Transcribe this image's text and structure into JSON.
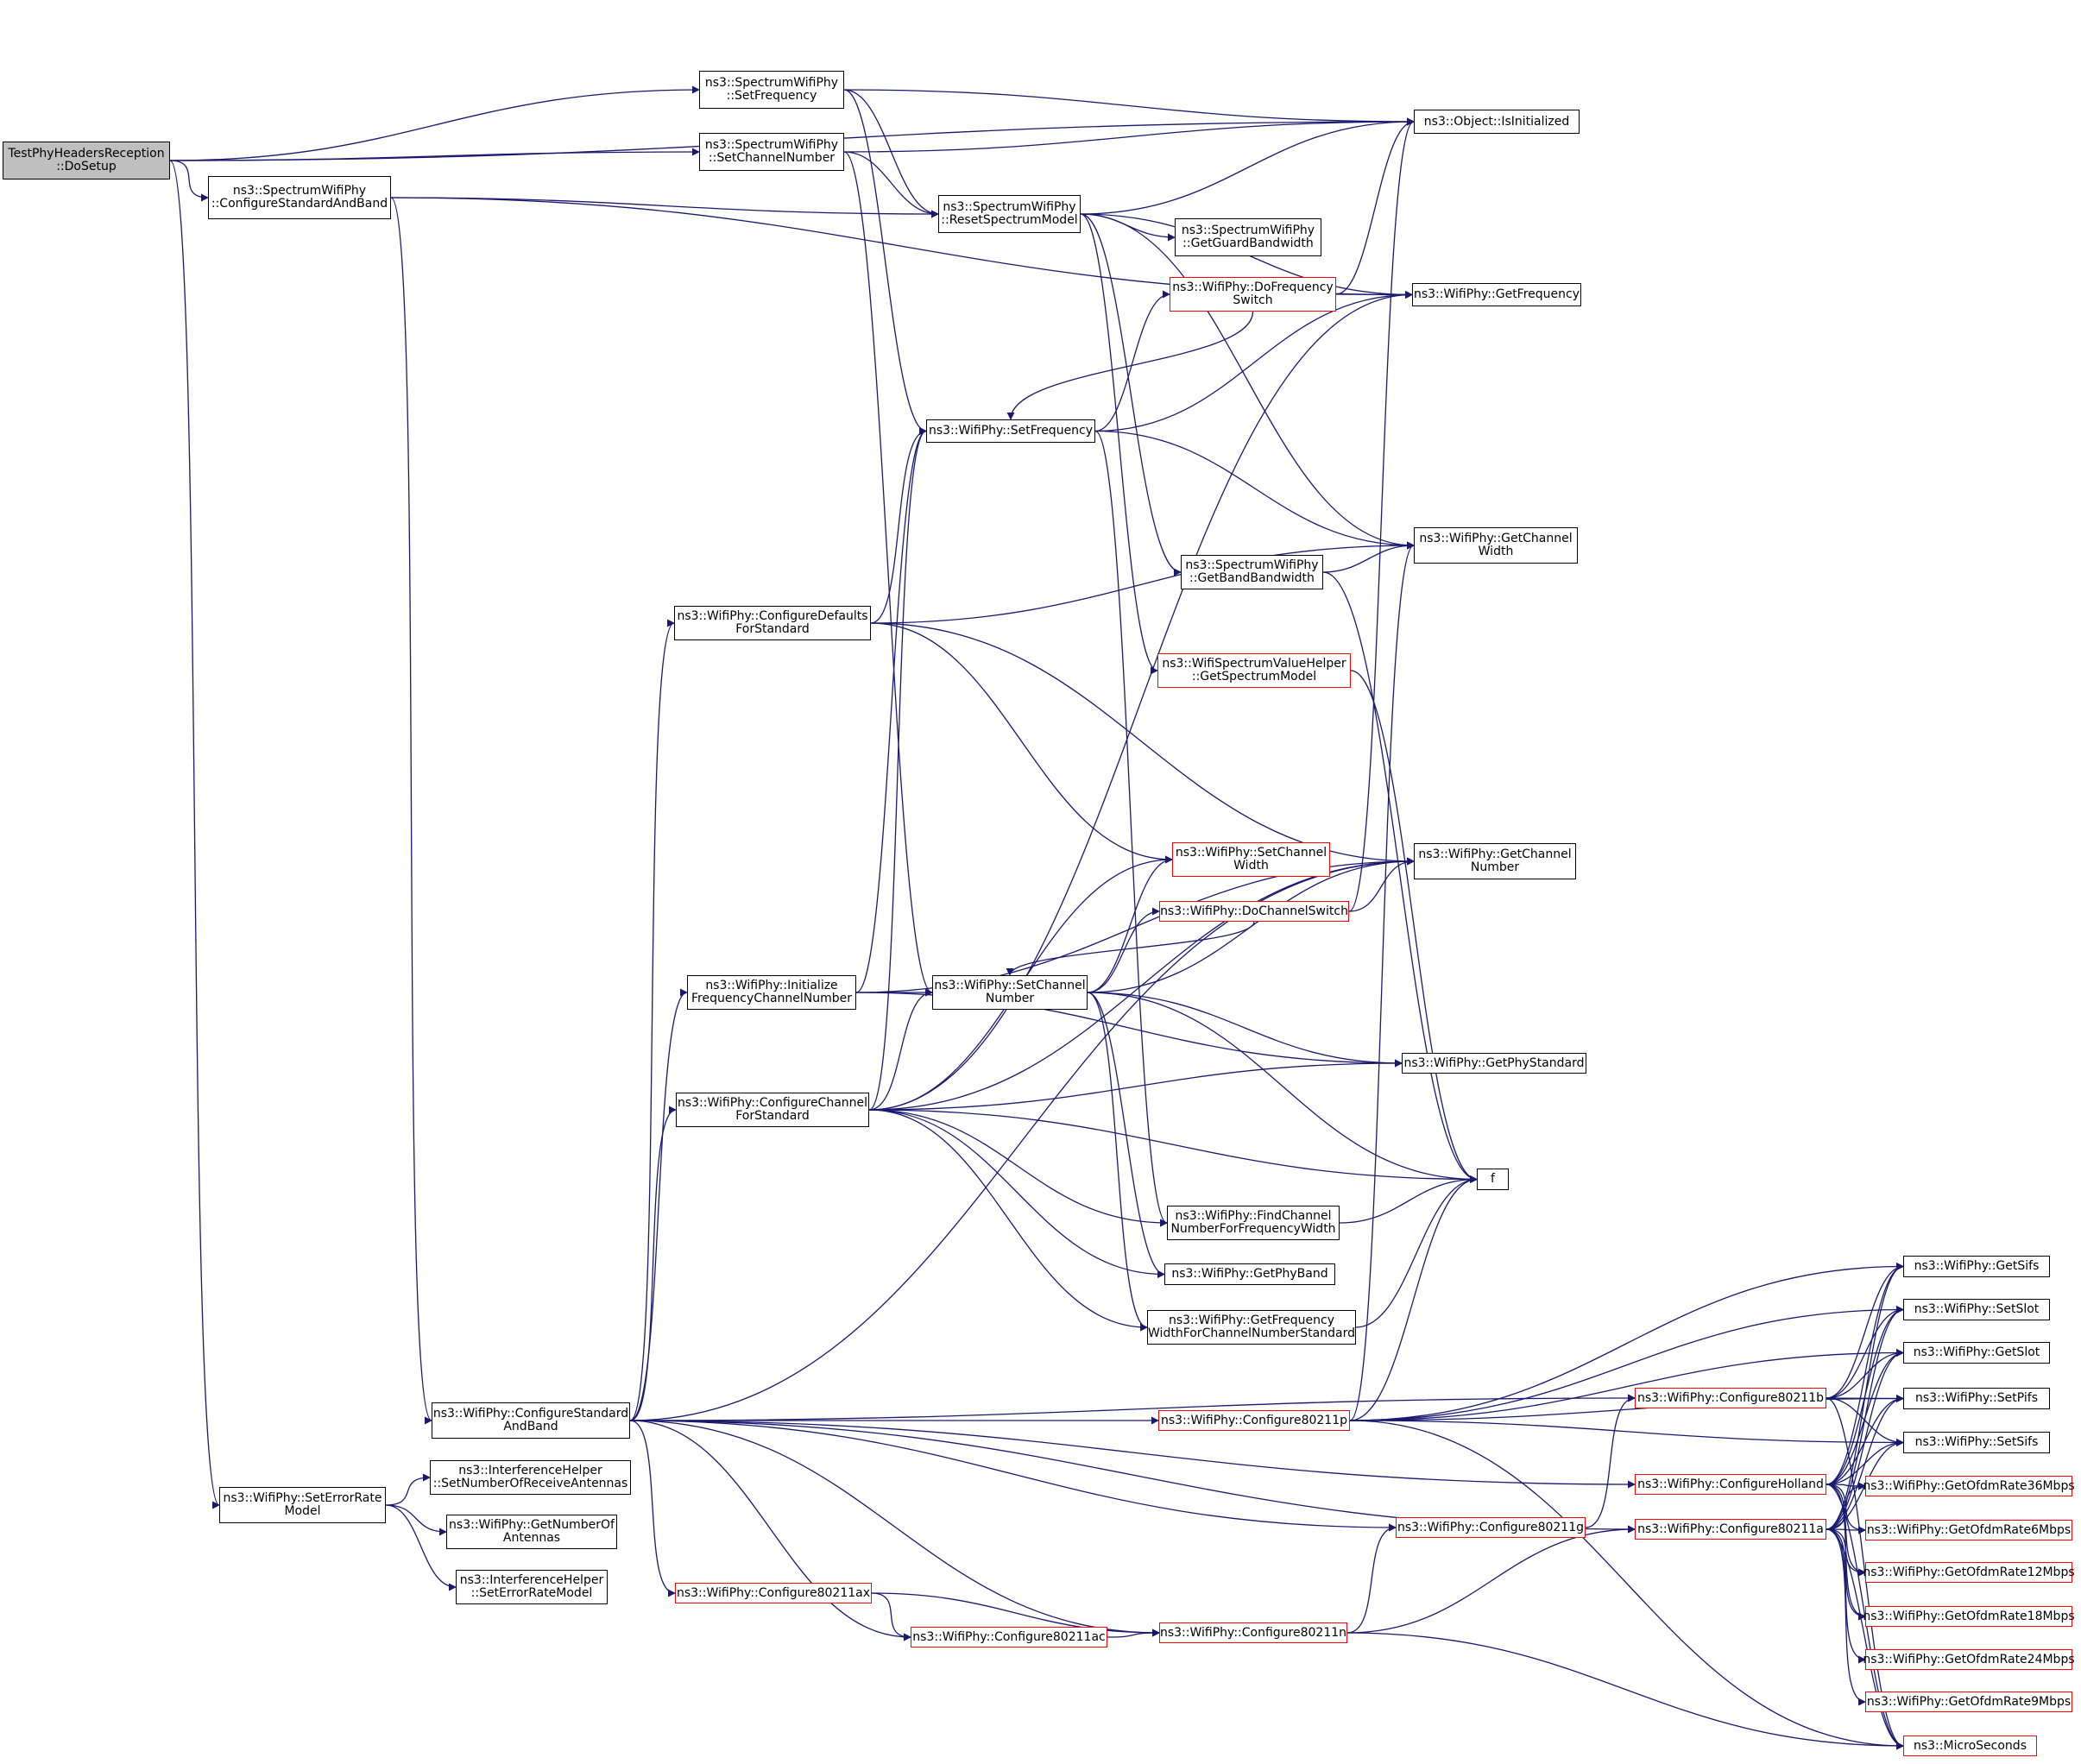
{
  "colors": {
    "edge": "#191970",
    "node_border": "#000000",
    "node_border_incomplete": "#ff0000",
    "root_fill": "#bfbfbf"
  },
  "nodes": [
    {
      "id": "n_dosetup",
      "lines": [
        "TestPhyHeadersReception",
        "::DoSetup"
      ],
      "root": true
    },
    {
      "id": "n_sw_configstd",
      "lines": [
        "ns3::SpectrumWifiPhy",
        "::ConfigureStandardAndBand"
      ]
    },
    {
      "id": "n_sw_setfreq",
      "lines": [
        "ns3::SpectrumWifiPhy",
        "::SetFrequency"
      ]
    },
    {
      "id": "n_sw_setchnum",
      "lines": [
        "ns3::SpectrumWifiPhy",
        "::SetChannelNumber"
      ]
    },
    {
      "id": "n_obj_isinit",
      "lines": [
        "ns3::Object::IsInitialized"
      ]
    },
    {
      "id": "n_sw_resetsm",
      "lines": [
        "ns3::SpectrumWifiPhy",
        "::ResetSpectrumModel"
      ]
    },
    {
      "id": "n_sw_guardbw",
      "lines": [
        "ns3::SpectrumWifiPhy",
        "::GetGuardBandwidth"
      ]
    },
    {
      "id": "n_wp_dofreqsw",
      "lines": [
        "ns3::WifiPhy::DoFrequency",
        "Switch"
      ],
      "incomplete": true
    },
    {
      "id": "n_wp_getfreq",
      "lines": [
        "ns3::WifiPhy::GetFrequency"
      ]
    },
    {
      "id": "n_wp_setfreq",
      "lines": [
        "ns3::WifiPhy::SetFrequency"
      ]
    },
    {
      "id": "n_sw_getbandbw",
      "lines": [
        "ns3::SpectrumWifiPhy",
        "::GetBandBandwidth"
      ]
    },
    {
      "id": "n_wp_getchwidth",
      "lines": [
        "ns3::WifiPhy::GetChannel",
        "Width"
      ]
    },
    {
      "id": "n_wp_cfgdefaults",
      "lines": [
        "ns3::WifiPhy::ConfigureDefaults",
        "ForStandard"
      ]
    },
    {
      "id": "n_wsvh_getsm",
      "lines": [
        "ns3::WifiSpectrumValueHelper",
        "::GetSpectrumModel"
      ],
      "incomplete": true
    },
    {
      "id": "n_wp_setchwidth",
      "lines": [
        "ns3::WifiPhy::SetChannel",
        "Width"
      ],
      "incomplete": true
    },
    {
      "id": "n_wp_getchnum",
      "lines": [
        "ns3::WifiPhy::GetChannel",
        "Number"
      ]
    },
    {
      "id": "n_wp_dochsw",
      "lines": [
        "ns3::WifiPhy::DoChannelSwitch"
      ],
      "incomplete": true
    },
    {
      "id": "n_wp_initfreqch",
      "lines": [
        "ns3::WifiPhy::Initialize",
        "FrequencyChannelNumber"
      ]
    },
    {
      "id": "n_wp_setchnum",
      "lines": [
        "ns3::WifiPhy::SetChannel",
        "Number"
      ]
    },
    {
      "id": "n_wp_getphystd",
      "lines": [
        "ns3::WifiPhy::GetPhyStandard"
      ]
    },
    {
      "id": "n_wp_cfgchstd",
      "lines": [
        "ns3::WifiPhy::ConfigureChannel",
        "ForStandard"
      ]
    },
    {
      "id": "n_f",
      "lines": [
        "f"
      ]
    },
    {
      "id": "n_wp_findch",
      "lines": [
        "ns3::WifiPhy::FindChannel",
        "NumberForFrequencyWidth"
      ]
    },
    {
      "id": "n_wp_getphyband",
      "lines": [
        "ns3::WifiPhy::GetPhyBand"
      ]
    },
    {
      "id": "n_wp_getfreqwidth",
      "lines": [
        "ns3::WifiPhy::GetFrequency",
        "WidthForChannelNumberStandard"
      ]
    },
    {
      "id": "n_wp_getsifs",
      "lines": [
        "ns3::WifiPhy::GetSifs"
      ]
    },
    {
      "id": "n_wp_setslot",
      "lines": [
        "ns3::WifiPhy::SetSlot"
      ]
    },
    {
      "id": "n_wp_getslot",
      "lines": [
        "ns3::WifiPhy::GetSlot"
      ]
    },
    {
      "id": "n_wp_setpifs",
      "lines": [
        "ns3::WifiPhy::SetPifs"
      ]
    },
    {
      "id": "n_wp_setsifs",
      "lines": [
        "ns3::WifiPhy::SetSifs"
      ]
    },
    {
      "id": "n_wp_cfgstdband",
      "lines": [
        "ns3::WifiPhy::ConfigureStandard",
        "AndBand"
      ]
    },
    {
      "id": "n_wp_cfg80211p",
      "lines": [
        "ns3::WifiPhy::Configure80211p"
      ],
      "incomplete": true
    },
    {
      "id": "n_wp_cfg80211b",
      "lines": [
        "ns3::WifiPhy::Configure80211b"
      ],
      "incomplete": true
    },
    {
      "id": "n_wp_cfgholland",
      "lines": [
        "ns3::WifiPhy::ConfigureHolland"
      ],
      "incomplete": true
    },
    {
      "id": "n_wp_cfg80211a",
      "lines": [
        "ns3::WifiPhy::Configure80211a"
      ],
      "incomplete": true
    },
    {
      "id": "n_wp_cfg80211g",
      "lines": [
        "ns3::WifiPhy::Configure80211g"
      ],
      "incomplete": true
    },
    {
      "id": "n_wp_cfg80211ax",
      "lines": [
        "ns3::WifiPhy::Configure80211ax"
      ],
      "incomplete": true
    },
    {
      "id": "n_wp_cfg80211ac",
      "lines": [
        "ns3::WifiPhy::Configure80211ac"
      ],
      "incomplete": true
    },
    {
      "id": "n_wp_cfg80211n",
      "lines": [
        "ns3::WifiPhy::Configure80211n"
      ],
      "incomplete": true
    },
    {
      "id": "n_wp_seterrrate",
      "lines": [
        "ns3::WifiPhy::SetErrorRate",
        "Model"
      ]
    },
    {
      "id": "n_ih_setnumrx",
      "lines": [
        "ns3::InterferenceHelper",
        "::SetNumberOfReceiveAntennas"
      ]
    },
    {
      "id": "n_wp_getnumant",
      "lines": [
        "ns3::WifiPhy::GetNumberOf",
        "Antennas"
      ]
    },
    {
      "id": "n_ih_seterrrate",
      "lines": [
        "ns3::InterferenceHelper",
        "::SetErrorRateModel"
      ]
    },
    {
      "id": "n_ofdm36",
      "lines": [
        "ns3::WifiPhy::GetOfdmRate36Mbps"
      ],
      "incomplete": true
    },
    {
      "id": "n_ofdm6",
      "lines": [
        "ns3::WifiPhy::GetOfdmRate6Mbps"
      ],
      "incomplete": true
    },
    {
      "id": "n_ofdm12",
      "lines": [
        "ns3::WifiPhy::GetOfdmRate12Mbps"
      ],
      "incomplete": true
    },
    {
      "id": "n_ofdm18",
      "lines": [
        "ns3::WifiPhy::GetOfdmRate18Mbps"
      ],
      "incomplete": true
    },
    {
      "id": "n_ofdm24",
      "lines": [
        "ns3::WifiPhy::GetOfdmRate24Mbps"
      ],
      "incomplete": true
    },
    {
      "id": "n_ofdm9",
      "lines": [
        "ns3::WifiPhy::GetOfdmRate9Mbps"
      ],
      "incomplete": true
    },
    {
      "id": "n_microsec",
      "lines": [
        "ns3::MicroSeconds"
      ],
      "incomplete": true
    }
  ],
  "edges": [
    [
      "n_dosetup",
      "n_sw_configstd"
    ],
    [
      "n_dosetup",
      "n_sw_setfreq"
    ],
    [
      "n_dosetup",
      "n_sw_setchnum"
    ],
    [
      "n_dosetup",
      "n_obj_isinit"
    ],
    [
      "n_dosetup",
      "n_wp_seterrrate"
    ],
    [
      "n_sw_configstd",
      "n_wp_getfreq"
    ],
    [
      "n_sw_configstd",
      "n_sw_resetsm"
    ],
    [
      "n_sw_configstd",
      "n_wp_cfgstdband"
    ],
    [
      "n_sw_setfreq",
      "n_obj_isinit"
    ],
    [
      "n_sw_setfreq",
      "n_sw_resetsm"
    ],
    [
      "n_sw_setfreq",
      "n_wp_setfreq"
    ],
    [
      "n_sw_setchnum",
      "n_obj_isinit"
    ],
    [
      "n_sw_setchnum",
      "n_sw_resetsm"
    ],
    [
      "n_sw_setchnum",
      "n_wp_setchnum"
    ],
    [
      "n_sw_resetsm",
      "n_obj_isinit"
    ],
    [
      "n_sw_resetsm",
      "n_wp_getfreq"
    ],
    [
      "n_sw_resetsm",
      "n_sw_guardbw"
    ],
    [
      "n_sw_resetsm",
      "n_wp_getchwidth"
    ],
    [
      "n_sw_resetsm",
      "n_sw_getbandbw"
    ],
    [
      "n_sw_resetsm",
      "n_wsvh_getsm"
    ],
    [
      "n_wp_dofreqsw",
      "n_obj_isinit"
    ],
    [
      "n_wp_dofreqsw",
      "n_wp_getfreq"
    ],
    [
      "n_wp_dofreqsw",
      "n_wp_setfreq"
    ],
    [
      "n_wp_setfreq",
      "n_wp_dofreqsw"
    ],
    [
      "n_wp_setfreq",
      "n_wp_getfreq"
    ],
    [
      "n_wp_setfreq",
      "n_wp_getchwidth"
    ],
    [
      "n_wp_setfreq",
      "n_wp_findch"
    ],
    [
      "n_sw_getbandbw",
      "n_wp_getchwidth"
    ],
    [
      "n_sw_getbandbw",
      "n_f"
    ],
    [
      "n_wp_cfgdefaults",
      "n_wp_setfreq"
    ],
    [
      "n_wp_cfgdefaults",
      "n_wp_getchwidth"
    ],
    [
      "n_wp_cfgdefaults",
      "n_wp_getchnum"
    ],
    [
      "n_wp_cfgdefaults",
      "n_wp_setchwidth"
    ],
    [
      "n_wsvh_getsm",
      "n_f"
    ],
    [
      "n_wp_dochsw",
      "n_obj_isinit"
    ],
    [
      "n_wp_dochsw",
      "n_wp_getchnum"
    ],
    [
      "n_wp_dochsw",
      "n_wp_setchnum"
    ],
    [
      "n_wp_initfreqch",
      "n_wp_setfreq"
    ],
    [
      "n_wp_initfreqch",
      "n_wp_setchnum"
    ],
    [
      "n_wp_initfreqch",
      "n_wp_getchnum"
    ],
    [
      "n_wp_initfreqch",
      "n_wp_getphystd"
    ],
    [
      "n_wp_setchnum",
      "n_wp_dochsw"
    ],
    [
      "n_wp_setchnum",
      "n_wp_setchwidth"
    ],
    [
      "n_wp_setchnum",
      "n_wp_getchnum"
    ],
    [
      "n_wp_setchnum",
      "n_wp_getphystd"
    ],
    [
      "n_wp_setchnum",
      "n_f"
    ],
    [
      "n_wp_setchnum",
      "n_wp_getphyband"
    ],
    [
      "n_wp_setchnum",
      "n_wp_getfreqwidth"
    ],
    [
      "n_wp_cfgchstd",
      "n_wp_setfreq"
    ],
    [
      "n_wp_cfgchstd",
      "n_wp_getfreq"
    ],
    [
      "n_wp_cfgchstd",
      "n_wp_setchwidth"
    ],
    [
      "n_wp_cfgchstd",
      "n_wp_setchnum"
    ],
    [
      "n_wp_cfgchstd",
      "n_wp_getchnum"
    ],
    [
      "n_wp_cfgchstd",
      "n_wp_getphystd"
    ],
    [
      "n_wp_cfgchstd",
      "n_wp_findch"
    ],
    [
      "n_wp_cfgchstd",
      "n_wp_getphyband"
    ],
    [
      "n_wp_cfgchstd",
      "n_wp_getfreqwidth"
    ],
    [
      "n_wp_cfgchstd",
      "n_f"
    ],
    [
      "n_wp_findch",
      "n_f"
    ],
    [
      "n_wp_getfreqwidth",
      "n_f"
    ],
    [
      "n_wp_cfgstdband",
      "n_wp_cfgdefaults"
    ],
    [
      "n_wp_cfgstdband",
      "n_wp_initfreqch"
    ],
    [
      "n_wp_cfgstdband",
      "n_wp_cfgchstd"
    ],
    [
      "n_wp_cfgstdband",
      "n_wp_getchnum"
    ],
    [
      "n_wp_cfgstdband",
      "n_wp_cfg80211p"
    ],
    [
      "n_wp_cfgstdband",
      "n_wp_cfg80211b"
    ],
    [
      "n_wp_cfgstdband",
      "n_wp_cfg80211g"
    ],
    [
      "n_wp_cfgstdband",
      "n_wp_cfg80211ax"
    ],
    [
      "n_wp_cfgstdband",
      "n_wp_cfg80211ac"
    ],
    [
      "n_wp_cfgstdband",
      "n_wp_cfg80211n"
    ],
    [
      "n_wp_cfgstdband",
      "n_wp_cfg80211a"
    ],
    [
      "n_wp_cfgstdband",
      "n_wp_cfgholland"
    ],
    [
      "n_wp_cfg80211p",
      "n_wp_getchwidth"
    ],
    [
      "n_wp_cfg80211p",
      "n_f"
    ],
    [
      "n_wp_cfg80211p",
      "n_wp_getsifs"
    ],
    [
      "n_wp_cfg80211p",
      "n_wp_setslot"
    ],
    [
      "n_wp_cfg80211p",
      "n_wp_getslot"
    ],
    [
      "n_wp_cfg80211p",
      "n_wp_setpifs"
    ],
    [
      "n_wp_cfg80211p",
      "n_wp_setsifs"
    ],
    [
      "n_wp_cfg80211p",
      "n_microsec"
    ],
    [
      "n_wp_cfg80211b",
      "n_wp_getsifs"
    ],
    [
      "n_wp_cfg80211b",
      "n_wp_setslot"
    ],
    [
      "n_wp_cfg80211b",
      "n_wp_getslot"
    ],
    [
      "n_wp_cfg80211b",
      "n_wp_setpifs"
    ],
    [
      "n_wp_cfg80211b",
      "n_wp_setsifs"
    ],
    [
      "n_wp_cfg80211b",
      "n_microsec"
    ],
    [
      "n_wp_cfgholland",
      "n_wp_getsifs"
    ],
    [
      "n_wp_cfgholland",
      "n_wp_setslot"
    ],
    [
      "n_wp_cfgholland",
      "n_wp_getslot"
    ],
    [
      "n_wp_cfgholland",
      "n_wp_setpifs"
    ],
    [
      "n_wp_cfgholland",
      "n_wp_setsifs"
    ],
    [
      "n_wp_cfgholland",
      "n_ofdm36"
    ],
    [
      "n_wp_cfgholland",
      "n_ofdm6"
    ],
    [
      "n_wp_cfgholland",
      "n_ofdm12"
    ],
    [
      "n_wp_cfgholland",
      "n_ofdm18"
    ],
    [
      "n_wp_cfgholland",
      "n_microsec"
    ],
    [
      "n_wp_cfg80211a",
      "n_wp_getsifs"
    ],
    [
      "n_wp_cfg80211a",
      "n_wp_setslot"
    ],
    [
      "n_wp_cfg80211a",
      "n_wp_getslot"
    ],
    [
      "n_wp_cfg80211a",
      "n_wp_setpifs"
    ],
    [
      "n_wp_cfg80211a",
      "n_wp_setsifs"
    ],
    [
      "n_wp_cfg80211a",
      "n_ofdm36"
    ],
    [
      "n_wp_cfg80211a",
      "n_ofdm6"
    ],
    [
      "n_wp_cfg80211a",
      "n_ofdm12"
    ],
    [
      "n_wp_cfg80211a",
      "n_ofdm18"
    ],
    [
      "n_wp_cfg80211a",
      "n_ofdm24"
    ],
    [
      "n_wp_cfg80211a",
      "n_ofdm9"
    ],
    [
      "n_wp_cfg80211a",
      "n_microsec"
    ],
    [
      "n_wp_cfg80211g",
      "n_wp_cfg80211b"
    ],
    [
      "n_wp_cfg80211ax",
      "n_wp_cfg80211ac"
    ],
    [
      "n_wp_cfg80211ax",
      "n_wp_cfg80211n"
    ],
    [
      "n_wp_cfg80211ac",
      "n_wp_cfg80211n"
    ],
    [
      "n_wp_cfg80211n",
      "n_wp_cfg80211g"
    ],
    [
      "n_wp_cfg80211n",
      "n_wp_cfg80211a"
    ],
    [
      "n_wp_cfg80211n",
      "n_microsec"
    ],
    [
      "n_wp_seterrrate",
      "n_ih_setnumrx"
    ],
    [
      "n_wp_seterrrate",
      "n_wp_getnumant"
    ],
    [
      "n_wp_seterrrate",
      "n_ih_seterrrate"
    ]
  ]
}
